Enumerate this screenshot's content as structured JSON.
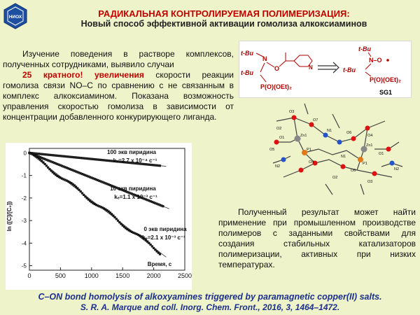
{
  "header": {
    "logo_text": "НИОХ",
    "title": "РАДИКАЛЬНАЯ КОНТРОЛИРУЕМАЯ ПОЛИМЕРИЗАЦИЯ:",
    "subtitle": "Новый способ эффективной активации гомолиза алкоксиаминов"
  },
  "intro": {
    "part1": "Изучение поведения в растворе комплексов, полученных сотрудниками, выявило случаи",
    "highlight": "25 кратного! увеличения",
    "part2": "скорости реакции гомолиза связи NO–C по сравнению с не связанным в комплекс алкоксиамином. Показана возможность управления скоростью гомолиза в зависимости от концентрации добавленного конкурирующего лиганда."
  },
  "scheme": {
    "left": {
      "tbu": "t-Bu",
      "n": "N",
      "o": "O",
      "phosphonate": "P(O)(OEt)₂",
      "pyridine_n": "N"
    },
    "right": {
      "tbu": "t-Bu",
      "no": "N–O",
      "phosphonate": "P(O)(OEt)₂",
      "name": "SG1"
    }
  },
  "crystal": {
    "labels": [
      "O3",
      "O2",
      "N1",
      "O7",
      "O6",
      "Zn1",
      "P1",
      "O5",
      "O1",
      "O4",
      "N2",
      "O6",
      "O4",
      "N1",
      "P1",
      "Zn1",
      "O1",
      "O2",
      "O3",
      "N2"
    ]
  },
  "chart_data": {
    "type": "scatter",
    "ylabel": "ln ([C]/[C₀])",
    "xlabel": "Время, с",
    "xlim": [
      0,
      2500
    ],
    "ylim": [
      -5.2,
      0.2
    ],
    "xticks": [
      0,
      500,
      1000,
      1500,
      2000,
      2500
    ],
    "yticks": [
      0,
      -1,
      -2,
      -3,
      -4,
      -5
    ],
    "series": [
      {
        "name": "100 экв пиридина",
        "k": "kₑ=2.7 x 10⁻⁴ c⁻¹",
        "slope": -0.00027,
        "xmax": 2100
      },
      {
        "name": "10 экв пиридина",
        "k": "kₑ=1.1 x 10⁻³ c⁻¹",
        "slope": -0.0011,
        "xmax": 2150
      },
      {
        "name": "0 экв пиридина",
        "k": "kₑ=2.1 x 10⁻³ c⁻¹",
        "slope": -0.0021,
        "xmax": 2100
      }
    ]
  },
  "result": {
    "text": "Полученный результат может найти применение при промышленном производстве полимеров с заданными свойствами для создания стабильных катализаторов полимеризации, активных при низких температурах."
  },
  "reference": {
    "line1": "C–ON bond homolysis of alkoxyamines triggered by paramagnetic copper(II) salts.",
    "line2": "S. R. A. Marque and coll. Inorg. Chem. Front., 2016, 3, 1464–1472."
  },
  "colors": {
    "background": "#eef3c9",
    "title_red": "#c00000",
    "ref_blue": "#1c2f8c"
  }
}
